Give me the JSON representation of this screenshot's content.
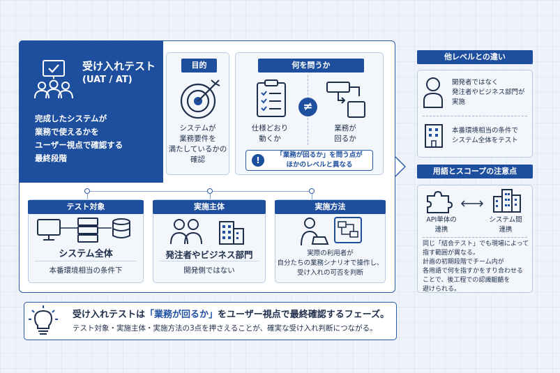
{
  "hero": {
    "title": "受け入れテスト",
    "subtitle": "(UAT / AT)",
    "description_lines": [
      "完成したシステムが",
      "業務で使えるかを",
      "ユーザー視点で確認する",
      "最終段階"
    ],
    "icon": "user-check-group-icon"
  },
  "purpose": {
    "label": "目的",
    "icon": "target-icon",
    "text_lines": [
      "システムが",
      "業務要件を",
      "満たしているかの",
      "確認"
    ]
  },
  "ask": {
    "label": "何を問うか",
    "left_icon": "checklist-icon",
    "left_lines": [
      "仕様どおり",
      "動くか"
    ],
    "neq_symbol": "≠",
    "right_icon": "flow-icon",
    "right_lines": [
      "業務が",
      "回るか"
    ],
    "callout_mark": "!",
    "callout_lines": [
      "「業務が回るか」を問う点が",
      "ほかのレベルと異なる"
    ]
  },
  "bottom_cards": [
    {
      "label": "テスト対象",
      "icon": "computer-server-database-icon",
      "headline": "システム全体",
      "sub": "本番環境相当の条件下"
    },
    {
      "label": "実施主体",
      "icon": "people-building-icon",
      "headline": "発注者やビジネス部門",
      "sub": "開発側ではない"
    },
    {
      "label": "実施方法",
      "icon": "user-laptop-scenario-icon",
      "lines": [
        "実際の利用者が",
        "自分たちの業務シナリオで操作し、",
        "受け入れの可否を判断"
      ]
    }
  ],
  "side_top": {
    "label": "他レベルとの違い",
    "item1_icon": "person-icon",
    "item1_lines": [
      "開発者ではなく",
      "発注者やビジネス部門が",
      "実施"
    ],
    "item2_icon": "building-icon",
    "item2_lines": [
      "本番環境相当の条件で",
      "システム全体をテスト"
    ]
  },
  "side_bottom": {
    "label": "用語とスコープの注意点",
    "left_icon": "puzzle-icon",
    "left_lines": [
      "API単体の",
      "連携"
    ],
    "right_icon": "buildings-icon",
    "right_lines": [
      "システム間",
      "連携"
    ],
    "note_lines": [
      "同じ「結合テスト」でも現場によって",
      "指す範囲が異なる。",
      "計画の初期段階でチーム内が",
      "各用語で何を指すかをすり合わせる",
      "ことで、後工程での認識齟齬を",
      "避けられる。"
    ]
  },
  "summary": {
    "icon": "lightbulb-icon",
    "line1_pre": "受け入れテストは",
    "line1_highlight": "「業務が回るか」",
    "line1_post": "をユーザー視点で最終確認するフェーズ。",
    "line2": "テスト対象・実施主体・実施方法の3点を押さえることが、確実な受け入れ判断につながる。"
  },
  "colors": {
    "primary": "#1e4f9f",
    "card_bg": "#f3f7fc",
    "border": "#b9cbe3",
    "page_bg": "#eef3f9"
  }
}
